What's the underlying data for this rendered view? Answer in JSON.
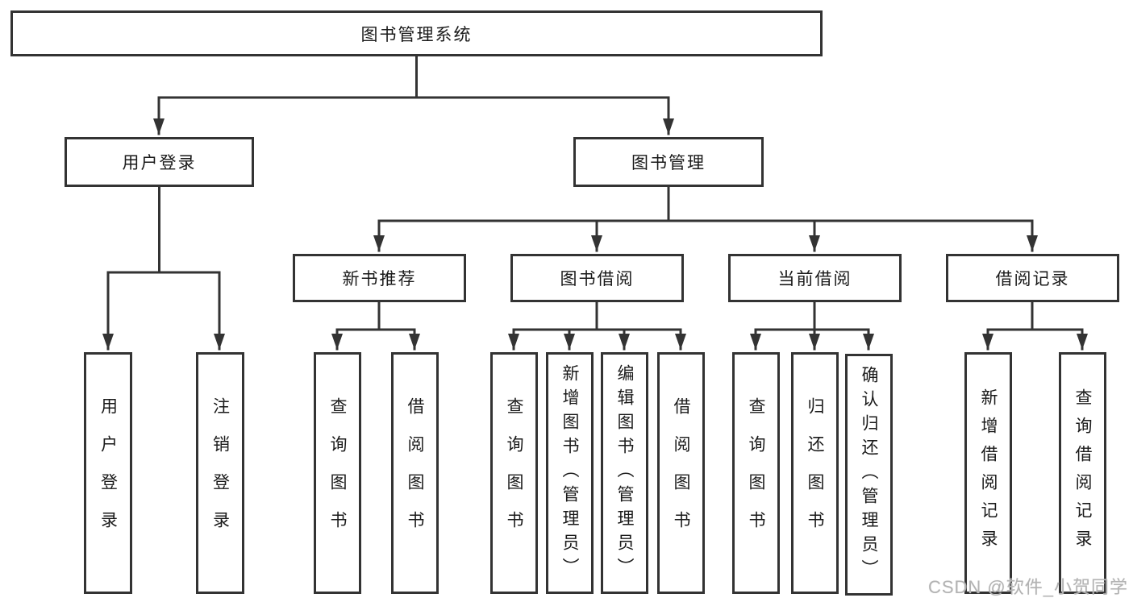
{
  "tree": {
    "root": {
      "label": "图书管理系统",
      "children": [
        {
          "label": "用户登录",
          "children": [
            {
              "label": "用户登录"
            },
            {
              "label": "注销登录"
            }
          ]
        },
        {
          "label": "图书管理",
          "children": [
            {
              "label": "新书推荐",
              "children": [
                {
                  "label": "查询图书"
                },
                {
                  "label": "借阅图书"
                }
              ]
            },
            {
              "label": "图书借阅",
              "children": [
                {
                  "label": "查询图书"
                },
                {
                  "label": "新增图书（管理员）"
                },
                {
                  "label": "编辑图书（管理员）"
                },
                {
                  "label": "借阅图书"
                }
              ]
            },
            {
              "label": "当前借阅",
              "children": [
                {
                  "label": "查询图书"
                },
                {
                  "label": "归还图书"
                },
                {
                  "label": "确认归还（管理员）"
                }
              ]
            },
            {
              "label": "借阅记录",
              "children": [
                {
                  "label": "新增借阅记录"
                },
                {
                  "label": "查询借阅记录"
                }
              ]
            }
          ]
        }
      ]
    }
  },
  "watermark": {
    "text": "CSDN @软件_小贺同学"
  },
  "colors": {
    "line": "#333333",
    "box_border": "#333333",
    "text": "#1a1a1a",
    "watermark_text": "#b3b3b3",
    "background": "#ffffff"
  }
}
